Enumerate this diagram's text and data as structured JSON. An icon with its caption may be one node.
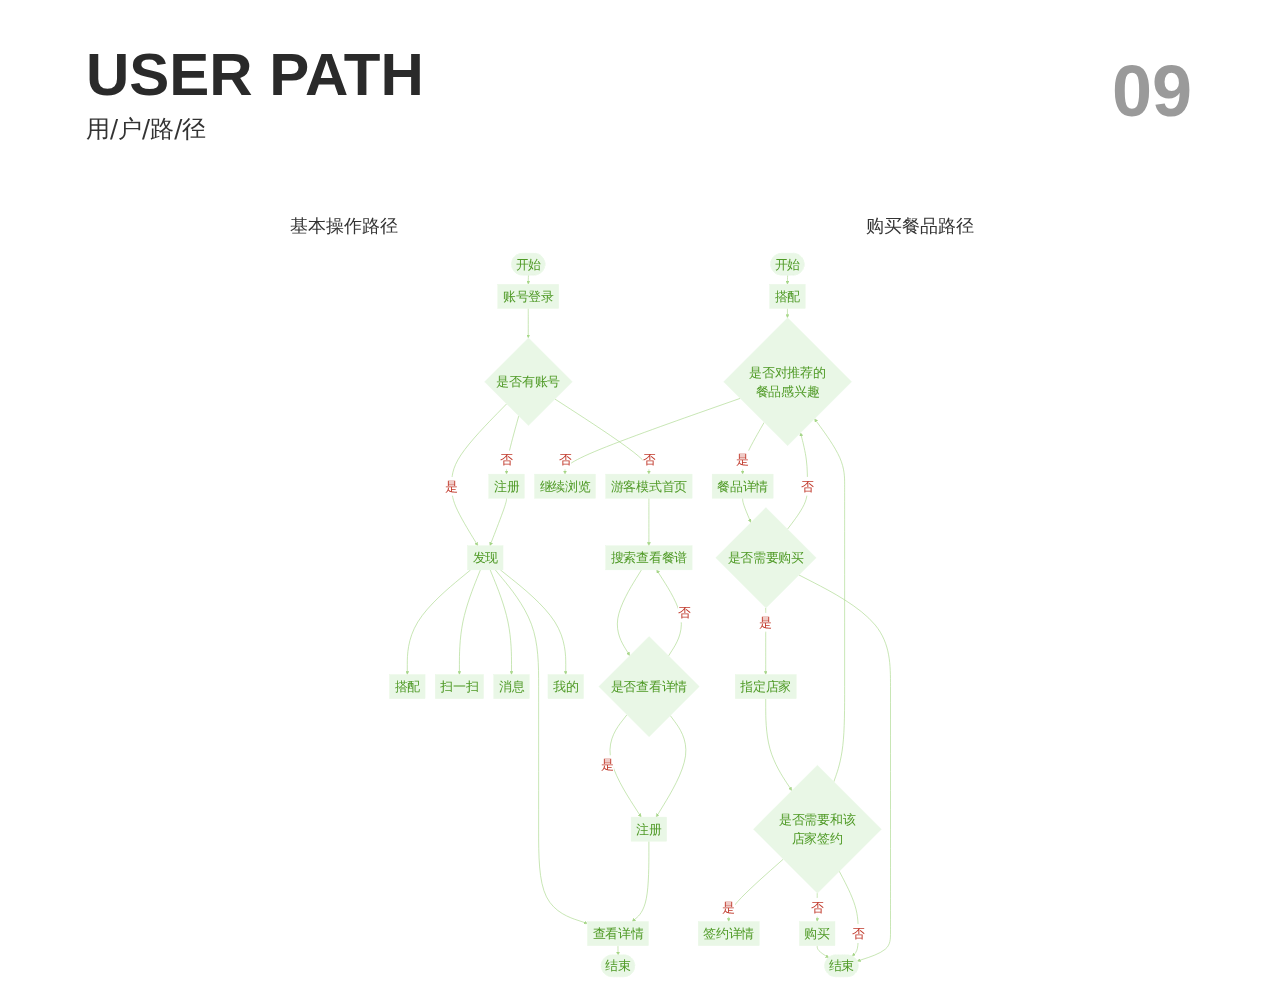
{
  "diagram": {
    "title": "USER PATH",
    "nodes": [
      {
        "text": [
          "开始"
        ]
      },
      {
        "text": [
          "账号登录"
        ]
      },
      {
        "text": [
          "是否有账号"
        ]
      },
      {
        "text": [
          "注册"
        ]
      },
      {
        "text": [
          "游客模式首页"
        ]
      },
      {
        "text": [
          "发现"
        ]
      },
      {
        "text": [
          "搜索查看餐谱"
        ]
      },
      {
        "text": [
          "搭配"
        ]
      },
      {
        "text": [
          "扫一扫"
        ]
      },
      {
        "text": [
          "消息"
        ]
      },
      {
        "text": [
          "是否查看详情"
        ]
      },
      {
        "text": [
          "我的"
        ]
      },
      {
        "text": [
          "查看详情"
        ]
      },
      {
        "text": [
          "注册"
        ]
      },
      {
        "text": [
          "结束"
        ]
      },
      {
        "text": [
          "开始"
        ]
      },
      {
        "text": [
          "搭配"
        ]
      },
      {
        "text": [
          "是否对推荐的餐品感兴趣"
        ]
      },
      {
        "text": [
          "继续浏览"
        ]
      },
      {
        "text": [
          "餐品详情"
        ]
      },
      {
        "text": [
          "是否需要购买"
        ]
      },
      {
        "text": [
          "指定店家"
        ]
      },
      {
        "text": [
          "是否需要和该店家签约"
        ]
      },
      {
        "text": [
          "签约详情"
        ]
      },
      {
        "text": [
          "购买"
        ]
      },
      {
        "text": [
          "结束"
        ]
      }
    ],
    "edges": [
      {
        "from": 0,
        "to": 1,
        "arrow": "to"
      },
      {
        "from": 1,
        "to": 2,
        "arrow": "to"
      },
      {
        "from": 2,
        "to": 3,
        "arrow": "to",
        "label": "否"
      },
      {
        "from": 2,
        "to": 4,
        "arrow": "to",
        "label": "否"
      },
      {
        "from": 2,
        "to": 5,
        "arrow": "to",
        "label": "是"
      },
      {
        "from": 3,
        "to": 5,
        "arrow": "to"
      },
      {
        "from": 4,
        "to": 6,
        "arrow": "to"
      },
      {
        "from": 5,
        "to": 7,
        "arrow": "to"
      },
      {
        "from": 5,
        "to": 8,
        "arrow": "to"
      },
      {
        "from": 5,
        "to": 9,
        "arrow": "to"
      },
      {
        "from": 5,
        "to": 11,
        "arrow": "to"
      },
      {
        "from": 5,
        "to": 12,
        "arrow": "to"
      },
      {
        "from": 6,
        "to": 10,
        "arrow": "to"
      },
      {
        "from": 10,
        "to": 13,
        "arrow": "to",
        "label": "是"
      },
      {
        "from": 10,
        "to": 6,
        "arrow": "to",
        "label": "否"
      },
      {
        "from": 10,
        "to": 13,
        "arrow": "to"
      },
      {
        "from": 13,
        "to": 12,
        "arrow": "to"
      },
      {
        "from": 12,
        "to": 14,
        "arrow": "to"
      },
      {
        "from": 15,
        "to": 16,
        "arrow": "to"
      },
      {
        "from": 16,
        "to": 17,
        "arrow": "to"
      },
      {
        "from": 17,
        "to": 18,
        "arrow": "to",
        "label": "否"
      },
      {
        "from": 17,
        "to": 19,
        "arrow": "to",
        "label": "是"
      },
      {
        "from": 19,
        "to": 20,
        "arrow": "to"
      },
      {
        "from": 20,
        "to": 21,
        "arrow": "to",
        "label": "是"
      },
      {
        "from": 21,
        "to": 22,
        "arrow": "to"
      },
      {
        "from": 22,
        "to": 23,
        "arrow": "to",
        "label": "是"
      },
      {
        "from": 22,
        "to": 24,
        "arrow": "to",
        "label": "否"
      },
      {
        "from": 24,
        "to": 25,
        "arrow": "to"
      },
      {
        "from": 20,
        "to": 17,
        "arrow": "to",
        "label": "否"
      },
      {
        "from": 22,
        "to": 25,
        "arrow": "to",
        "label": "否"
      },
      {
        "from": 20,
        "to": 25,
        "arrow": "to"
      },
      {
        "from": 22,
        "to": 17,
        "arrow": "to"
      }
    ],
    "labels": [
      "用/户/路/径",
      "09",
      "基本操作路径",
      "购买餐品路径"
    ]
  }
}
